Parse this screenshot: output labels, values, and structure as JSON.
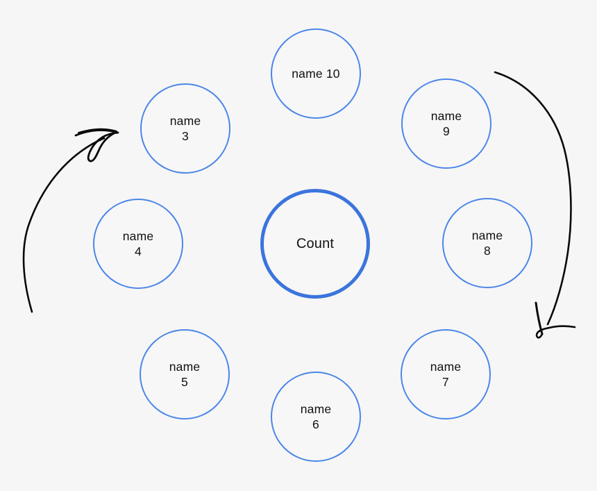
{
  "diagram": {
    "title": "",
    "colors": {
      "background": "#f6f6f6",
      "node_border": "#4a86e8",
      "center_node_border": "#3b74dc",
      "arrow": "#0a0a0a",
      "text": "#111111"
    },
    "center_node": {
      "label": "Count"
    },
    "nodes": [
      {
        "id": "name-10",
        "line1": "name 10",
        "line2": ""
      },
      {
        "id": "name-3",
        "line1": "name",
        "line2": "3"
      },
      {
        "id": "name-9",
        "line1": "name",
        "line2": "9"
      },
      {
        "id": "name-4",
        "line1": "name",
        "line2": "4"
      },
      {
        "id": "name-8",
        "line1": "name",
        "line2": "8"
      },
      {
        "id": "name-5",
        "line1": "name",
        "line2": "5"
      },
      {
        "id": "name-7",
        "line1": "name",
        "line2": "7"
      },
      {
        "id": "name-6",
        "line1": "name",
        "line2": "6"
      }
    ],
    "arrows": [
      {
        "id": "left-arrow",
        "description": "hand-drawn curve from bottom-left pointing up-right toward name 3"
      },
      {
        "id": "right-arrow",
        "description": "hand-drawn curve from top-right pointing down with arrowhead"
      }
    ]
  }
}
